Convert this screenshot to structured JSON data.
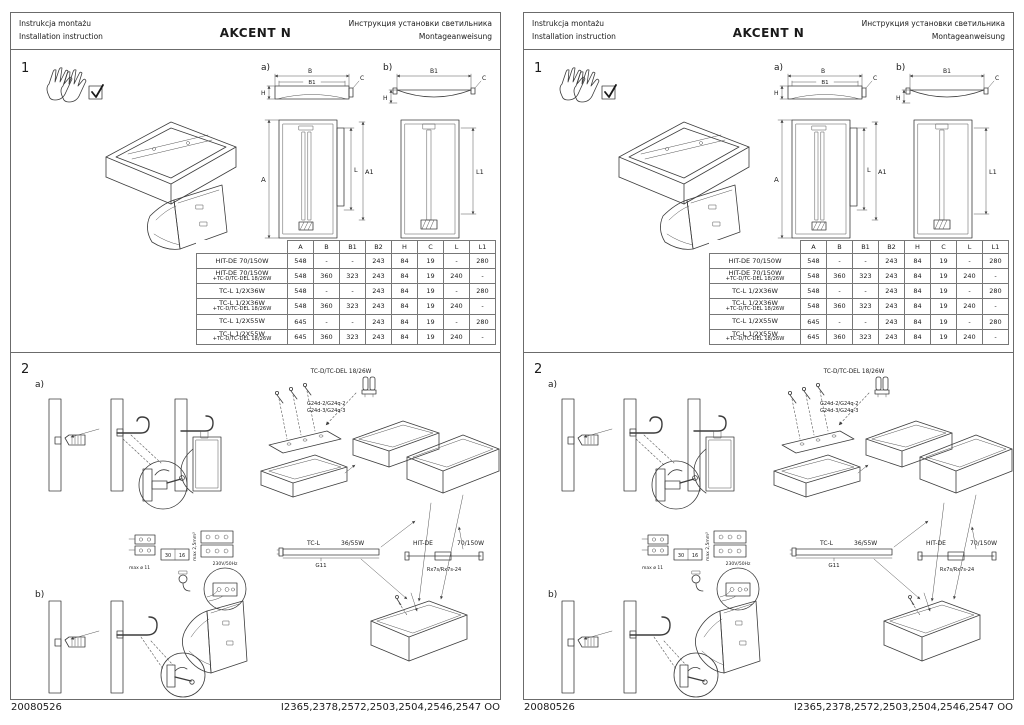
{
  "doc": {
    "header": {
      "left_line1": "Instrukcja montażu",
      "left_line2": "Installation instruction",
      "title": "AKCENT N",
      "right_line1": "Инструкция установки светильника",
      "right_line2": "Montageanweisung"
    },
    "section1": {
      "number": "1",
      "label_a": "a)",
      "label_b": "b)",
      "dims": {
        "A": "A",
        "B": "B",
        "B1": "B1",
        "C": "C",
        "H": "H",
        "L": "L",
        "A1": "A1",
        "L1": "L1"
      },
      "table": {
        "headers": [
          "A",
          "B",
          "B1",
          "B2",
          "H",
          "C",
          "L",
          "L1"
        ],
        "rows": [
          {
            "line1": "HIT-DE 70/150W",
            "line2": "",
            "values": [
              "548",
              "-",
              "-",
              "243",
              "84",
              "19",
              "-",
              "280"
            ]
          },
          {
            "line1": "HIT-DE 70/150W",
            "line2": "+TC-D/TC-DEL 18/26W",
            "values": [
              "548",
              "360",
              "323",
              "243",
              "84",
              "19",
              "240",
              "-"
            ]
          },
          {
            "line1": "TC-L 1/2X36W",
            "line2": "",
            "values": [
              "548",
              "-",
              "-",
              "243",
              "84",
              "19",
              "-",
              "280"
            ]
          },
          {
            "line1": "TC-L 1/2X36W",
            "line2": "+TC-D/TC-DEL 18/26W",
            "values": [
              "548",
              "360",
              "323",
              "243",
              "84",
              "19",
              "240",
              "-"
            ]
          },
          {
            "line1": "TC-L 1/2X55W",
            "line2": "",
            "values": [
              "645",
              "-",
              "-",
              "243",
              "84",
              "19",
              "-",
              "280"
            ]
          },
          {
            "line1": "TC-L 1/2X55W",
            "line2": "+TC-D/TC-DEL 18/26W",
            "values": [
              "645",
              "360",
              "323",
              "243",
              "84",
              "19",
              "240",
              "-"
            ]
          }
        ]
      }
    },
    "section2": {
      "number": "2",
      "label_a": "a)",
      "label_b": "b)",
      "tcd_label": "TC-D/TC-DEL 18/26W",
      "socket_line1": "G24d-2/G24q-2",
      "socket_line2": "G24d-3/G24q-3",
      "tcl_name": "TC-L",
      "tcl_watt": "36/55W",
      "tcl_base": "G11",
      "hit_name": "HIT-DE",
      "hit_watt": "70/150W",
      "hit_base": "Rx7s/Rx7s-24",
      "voltage": "230V/50Hz",
      "wire_note": "max 2,5mm²",
      "dia_note": "max ø 11",
      "strip_len1": "30",
      "strip_len2": "16"
    },
    "footer": {
      "date": "20080526",
      "code": "I2365,2378,2572,2503,2504,2546,2547 OO"
    }
  }
}
